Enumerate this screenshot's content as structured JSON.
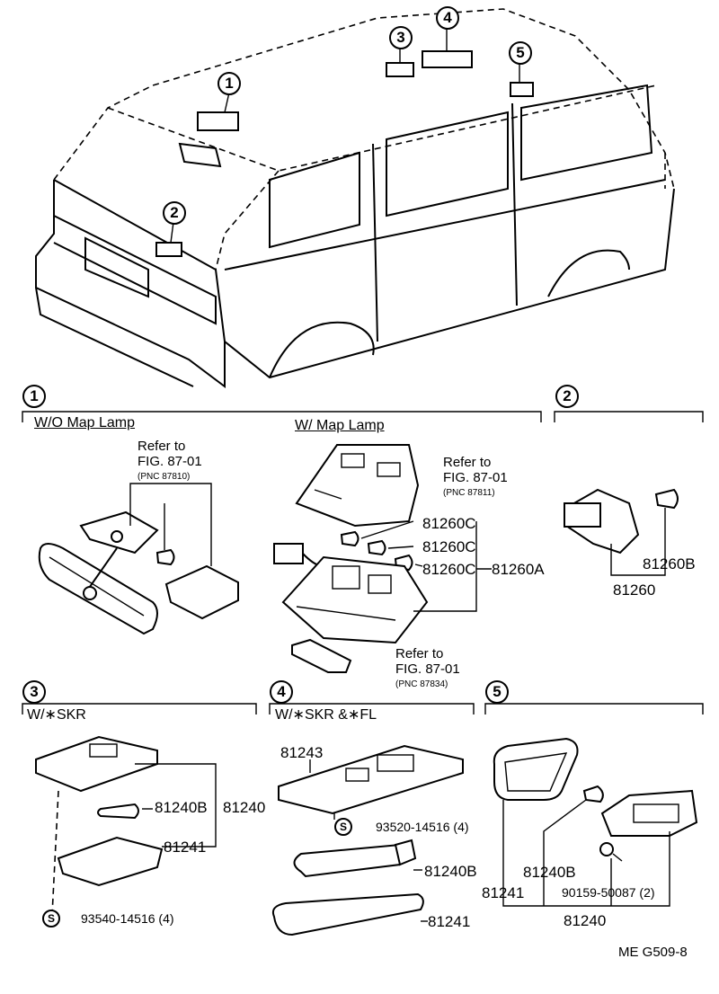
{
  "callouts": [
    "1",
    "2",
    "3",
    "4",
    "5"
  ],
  "sections": {
    "s1": {
      "number": "1",
      "left_header": "W/O  Map Lamp",
      "right_header": "W/ Map Lamp",
      "ref_a": {
        "line1": "Refer to",
        "line2": "FIG. 87-01",
        "pnc": "(PNC 87810)"
      },
      "ref_b": {
        "line1": "Refer to",
        "line2": "FIG. 87-01",
        "pnc": "(PNC 87811)"
      },
      "ref_c": {
        "line1": "Refer to",
        "line2": "FIG. 87-01",
        "pnc": "(PNC 87834)"
      },
      "parts": {
        "bulb_1": "81260C",
        "bulb_2": "81260C",
        "bulb_3": "81260C",
        "assembly": "81260A"
      }
    },
    "s2": {
      "number": "2",
      "parts": {
        "bulb": "81260B",
        "assembly": "81260"
      }
    },
    "s3": {
      "number": "3",
      "header": "W/∗SKR",
      "parts": {
        "bulb": "81240B",
        "assembly": "81240",
        "lens": "81241",
        "screw_mark": "S",
        "screw": "93540-14516 (4)"
      }
    },
    "s4": {
      "number": "4",
      "header": "W/∗SKR &∗FL",
      "parts": {
        "housing": "81243",
        "screw_mark": "S",
        "screw": "93520-14516 (4)",
        "tube": "81240B",
        "lens": "81241"
      }
    },
    "s5": {
      "number": "5",
      "parts": {
        "lens": "81241",
        "bulb": "81240B",
        "screw": "90159-50087 (2)",
        "assembly": "81240"
      }
    }
  },
  "footer": {
    "code": "ME  G509-8"
  }
}
